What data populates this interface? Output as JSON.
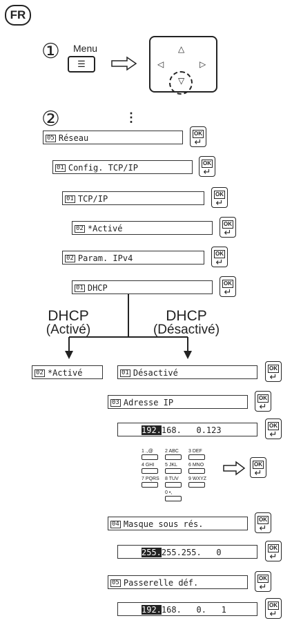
{
  "lang": "FR",
  "step1": {
    "number": "①",
    "menu_label": "Menu",
    "menu_glyph": "☰"
  },
  "step2": {
    "number": "②",
    "dots": "⋮"
  },
  "dpad": {
    "up": "△",
    "left": "◁",
    "right": "▷",
    "down": "▽"
  },
  "ok": {
    "label": "OK",
    "glyph": "↵"
  },
  "screens": {
    "reseau": {
      "num": "05",
      "text": "Réseau"
    },
    "config": {
      "num": "01",
      "text": "Config. TCP/IP"
    },
    "tcpip": {
      "num": "01",
      "text": "TCP/IP"
    },
    "active1": {
      "num": "02",
      "text": "*Activé"
    },
    "ipv4": {
      "num": "02",
      "text": "Param. IPv4"
    },
    "dhcp": {
      "num": "01",
      "text": "DHCP"
    },
    "active2": {
      "num": "02",
      "text": "*Activé"
    },
    "desactive": {
      "num": "01",
      "text": "Désactivé"
    },
    "adresse": {
      "num": "03",
      "text": "Adresse IP"
    },
    "masque": {
      "num": "04",
      "text": "Masque sous rés."
    },
    "passerelle": {
      "num": "05",
      "text": "Passerelle déf."
    }
  },
  "values": {
    "ip": {
      "first": "192.",
      "rest": "168.   0.123"
    },
    "mask": {
      "first": "255.",
      "rest": "255.255.   0"
    },
    "gateway": {
      "first": "192.",
      "rest": "168.   0.   1"
    }
  },
  "branches": {
    "left": {
      "title": "DHCP",
      "sub": "(Activé)"
    },
    "right": {
      "title": "DHCP",
      "sub": "(Désactivé)"
    }
  },
  "keypad": [
    "1 .,@",
    "2 ABC",
    "3 DEF",
    "4 GHI",
    "5 JKL",
    "6 MNO",
    "7 PQRS",
    "8 TUV",
    "9 WXYZ",
    "0 •,"
  ]
}
